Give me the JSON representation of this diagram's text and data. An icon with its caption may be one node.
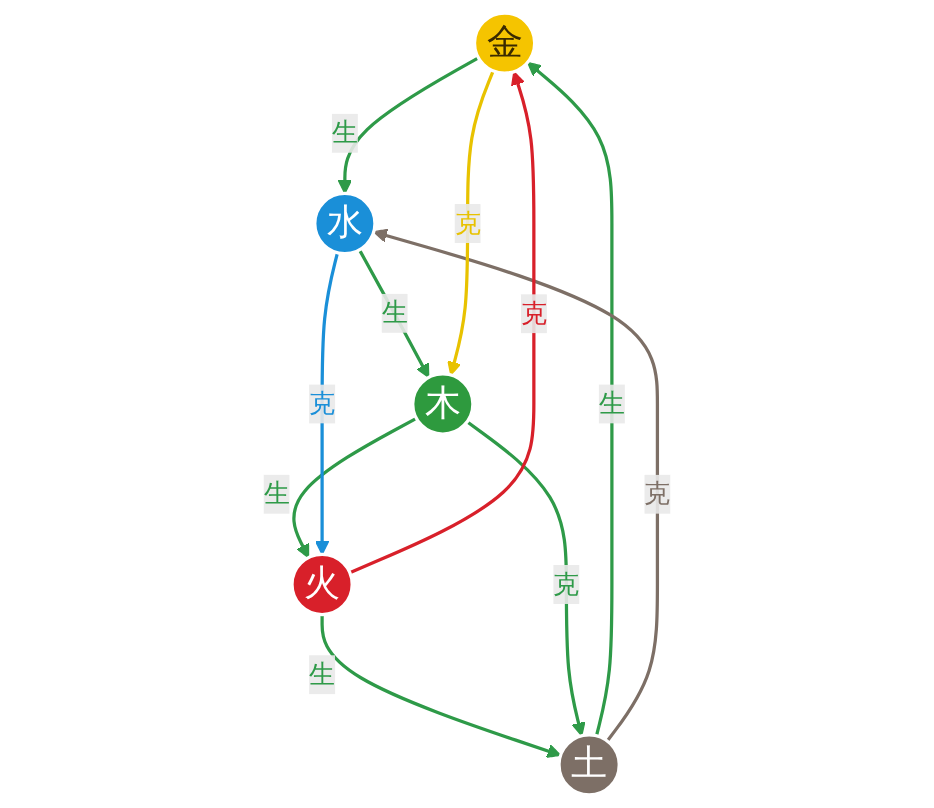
{
  "diagram": {
    "nodes": [
      {
        "text": [
          "金"
        ]
      },
      {
        "text": [
          "土"
        ]
      },
      {
        "text": [
          "水"
        ]
      },
      {
        "text": [
          "火"
        ]
      },
      {
        "text": [
          "木"
        ]
      }
    ],
    "edges": [
      {
        "from": 1,
        "to": 0,
        "arrow": "to",
        "label": "生",
        "color": "#2e9a48"
      },
      {
        "from": 0,
        "to": 2,
        "arrow": "to",
        "label": "生",
        "color": "#2e9a48"
      },
      {
        "from": 2,
        "to": 4,
        "arrow": "to",
        "label": "生",
        "color": "#2e9a48"
      },
      {
        "from": 4,
        "to": 3,
        "arrow": "to",
        "label": "生",
        "color": "#2e9a48"
      },
      {
        "from": 3,
        "to": 1,
        "arrow": "to",
        "label": "生",
        "color": "#2e9a48"
      },
      {
        "from": 1,
        "to": 2,
        "arrow": "to",
        "label": "克",
        "color": "#7d6f66"
      },
      {
        "from": 0,
        "to": 4,
        "arrow": "to",
        "label": "克",
        "color": "#e8c200"
      },
      {
        "from": 4,
        "to": 1,
        "arrow": "to",
        "label": "克",
        "color": "#2e9a48"
      },
      {
        "from": 2,
        "to": 3,
        "arrow": "to",
        "label": "克",
        "color": "#1a8fd8"
      },
      {
        "from": 3,
        "to": 0,
        "arrow": "to",
        "label": "克",
        "color": "#d8202a"
      }
    ]
  }
}
